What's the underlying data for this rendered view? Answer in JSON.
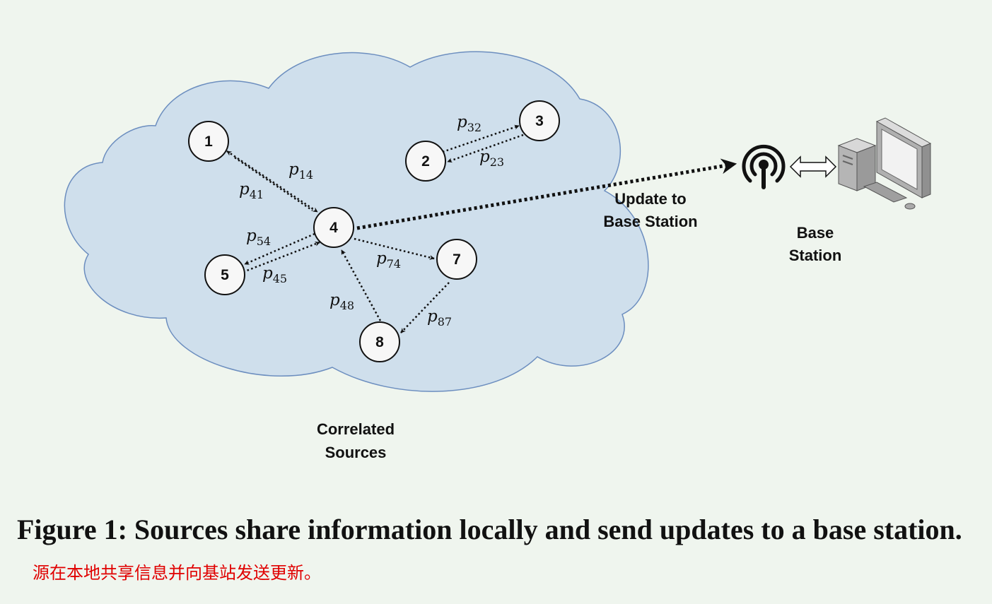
{
  "nodes": [
    "1",
    "2",
    "3",
    "4",
    "5",
    "7",
    "8"
  ],
  "edge_labels": [
    {
      "id": "p14",
      "base": "p",
      "sub": "14"
    },
    {
      "id": "p41",
      "base": "p",
      "sub": "41"
    },
    {
      "id": "p32",
      "base": "p",
      "sub": "32"
    },
    {
      "id": "p23",
      "base": "p",
      "sub": "23"
    },
    {
      "id": "p54",
      "base": "p",
      "sub": "54"
    },
    {
      "id": "p45",
      "base": "p",
      "sub": "45"
    },
    {
      "id": "p74",
      "base": "p",
      "sub": "74"
    },
    {
      "id": "p48",
      "base": "p",
      "sub": "48"
    },
    {
      "id": "p87",
      "base": "p",
      "sub": "87"
    }
  ],
  "labels": {
    "update_line1": "Update to",
    "update_line2": "Base Station",
    "base_line1": "Base",
    "base_line2": "Station",
    "cloud_line1": "Correlated",
    "cloud_line2": "Sources"
  },
  "caption": {
    "text": "Figure 1: Sources share information locally and send updates to a base station.",
    "chinese": "源在本地共享信息并向基站发送更新。"
  },
  "colors": {
    "background": "#eff5ee",
    "cloud_fill": "#cfdfec",
    "cloud_stroke": "#6c8ebf",
    "node_fill": "#f7f7f7",
    "caption_note": "#e00000"
  },
  "icons": [
    "antenna-icon",
    "double-arrow-icon",
    "computer-icon"
  ]
}
